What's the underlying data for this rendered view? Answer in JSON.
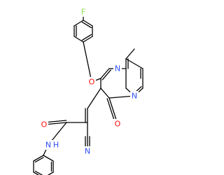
{
  "colors": {
    "carbon_bond": "#000000",
    "nitrogen": "#3050F8",
    "oxygen": "#FF0D0D",
    "fluorine": "#90E050",
    "background": "#FFFFFF"
  },
  "atoms": {
    "fluorine": "F",
    "ether_oxygen": "O",
    "pyrimidine_n": "N",
    "bridgehead_n": "N",
    "ring_carbonyl_o": "O",
    "amide_o": "O",
    "nitrile_n": "N",
    "amide_n": "N",
    "amide_h": "H"
  }
}
